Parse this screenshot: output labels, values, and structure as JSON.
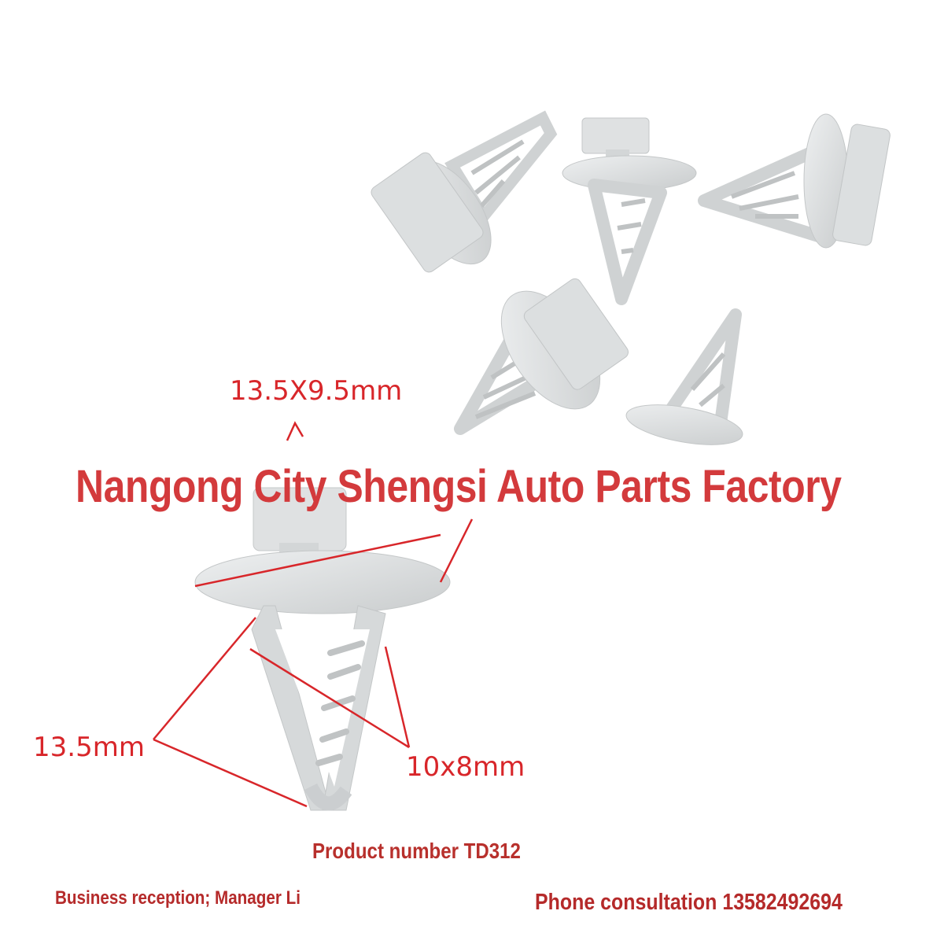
{
  "dimensions": {
    "head_size": "13.5X9.5mm",
    "length": "13.5mm",
    "hole_size": "10x8mm"
  },
  "banner": "Nangong City Shengsi Auto Parts Factory",
  "product_number": "Product number TD312",
  "contact": {
    "reception": "Business reception; Manager Li",
    "phone": "Phone consultation 13582492694"
  },
  "colors": {
    "annotation": "#d8262a",
    "clip": "#d9dbdc"
  }
}
